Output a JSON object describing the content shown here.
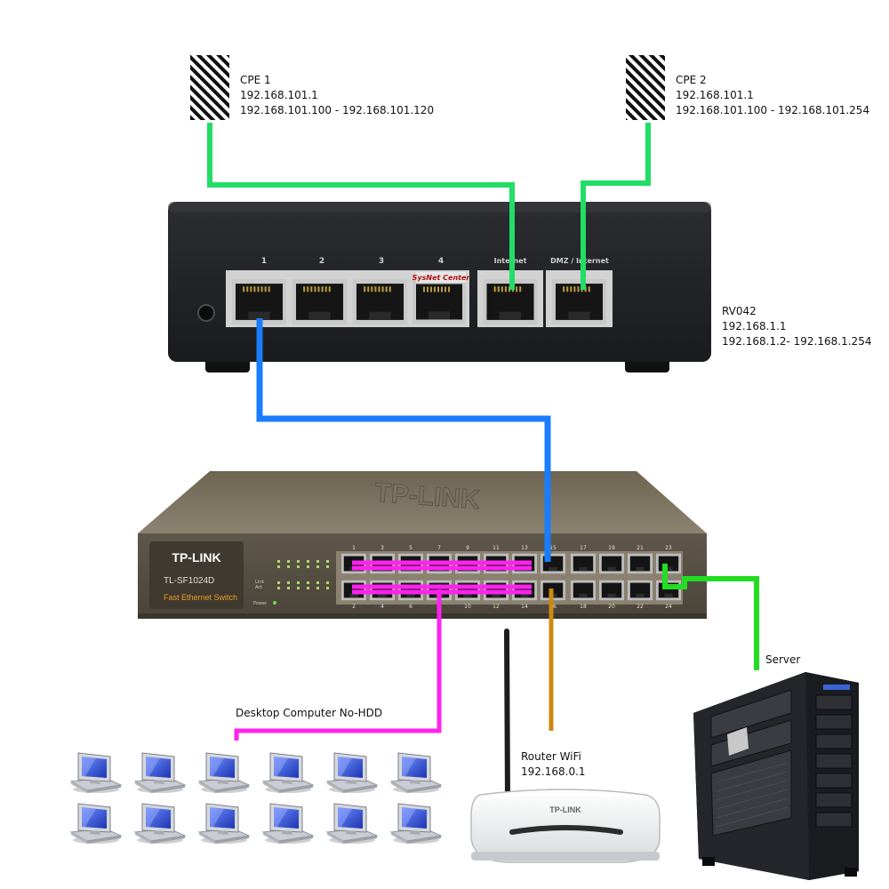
{
  "cpe1": {
    "name": "CPE 1",
    "ip": "192.168.101.1",
    "range": "192.168.101.100 - 192.168.101.120"
  },
  "cpe2": {
    "name": "CPE 2",
    "ip": "192.168.101.1",
    "range": "192.168.101.100 - 192.168.101.254"
  },
  "router": {
    "name": "RV042",
    "ip": "192.168.1.1",
    "range": "192.168.1.2- 192.168.1.254",
    "ports": [
      "1",
      "2",
      "3",
      "4",
      "Internet",
      "DMZ / Internet"
    ],
    "sticker": "SysNet Center"
  },
  "switch": {
    "brand": "TP-LINK",
    "model": "TL-SF1024D",
    "desc": "Fast Ethernet Switch",
    "top_numbers": [
      "1",
      "3",
      "5",
      "7",
      "9",
      "11",
      "13",
      "15",
      "17",
      "19",
      "21",
      "23"
    ],
    "bottom_numbers": [
      "2",
      "4",
      "6",
      "8",
      "10",
      "12",
      "14",
      "16",
      "18",
      "20",
      "22",
      "24"
    ],
    "led_labels": [
      "Link",
      "Act"
    ],
    "power_label": "Power"
  },
  "desktops": {
    "label": "Desktop Computer No-HDD"
  },
  "wifi": {
    "name": "Router WiFi",
    "ip": "192.168.0.1",
    "brand": "TP-LINK"
  },
  "server": {
    "label": "Server"
  },
  "colors": {
    "wan": "#22dd66",
    "lan": "#1a7cff",
    "desktops": "#ff22ee",
    "wifi": "#cc8a0f",
    "server": "#22dd22"
  }
}
